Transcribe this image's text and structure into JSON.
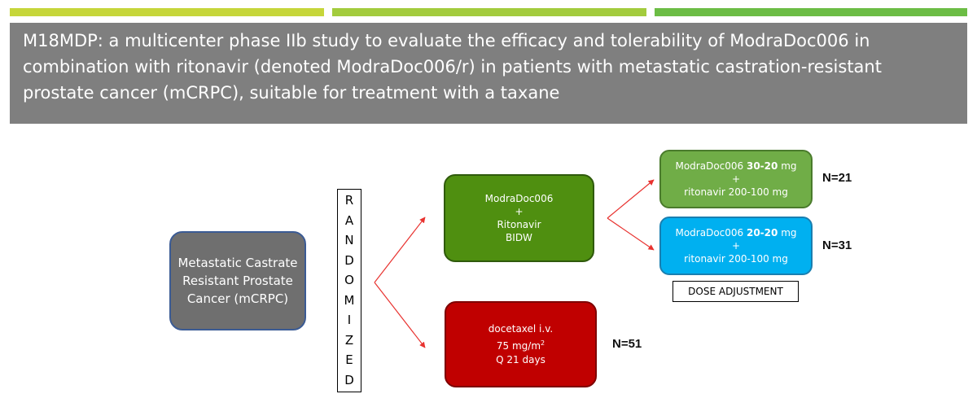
{
  "header": {
    "title": "M18MDP: a multicenter phase IIb study to evaluate the efficacy and tolerability of ModraDoc006 in combination with ritonavir (denoted ModraDoc006/r) in patients with metastatic castration-resistant prostate cancer (mCRPC), suitable for treatment with a taxane"
  },
  "diagram": {
    "population": {
      "line1": "Metastatic Castrate",
      "line2": "Resistant Prostate",
      "line3": "Cancer (mCRPC)"
    },
    "randomized": [
      "R",
      "A",
      "N",
      "D",
      "O",
      "M",
      "I",
      "Z",
      "E",
      "D"
    ],
    "arm_modra": {
      "line1": "ModraDoc006",
      "line2": "+",
      "line3": "Ritonavir",
      "line4": "BIDW"
    },
    "arm_docetaxel": {
      "line1": "docetaxel i.v.",
      "line2_value": "75 mg/m",
      "line2_sup": "2",
      "line3": "Q 21 days",
      "n": "N=51"
    },
    "dose_1": {
      "prefix": "ModraDoc006 ",
      "dose": "30-20",
      "suffix": " mg",
      "plus": "+",
      "line3": "ritonavir 200-100 mg",
      "n": "N=21"
    },
    "dose_2": {
      "prefix": "ModraDoc006 ",
      "dose": "20-20",
      "suffix": " mg",
      "plus": "+",
      "line3": "ritonavir 200-100 mg",
      "n": "N=31"
    },
    "dose_adjustment_label": "DOSE ADJUSTMENT"
  },
  "colors": {
    "accent_1": "#c6d63a",
    "accent_2": "#a3cc3d",
    "accent_3": "#6cbd45",
    "title_bg": "#7f7f7f",
    "population_box": "#6f6f6f",
    "modra_box": "#4f8f10",
    "docetaxel_box": "#c00000",
    "dose_1_box": "#70ad47",
    "dose_2_box": "#00b0f0",
    "arrow": "#e8322f"
  }
}
